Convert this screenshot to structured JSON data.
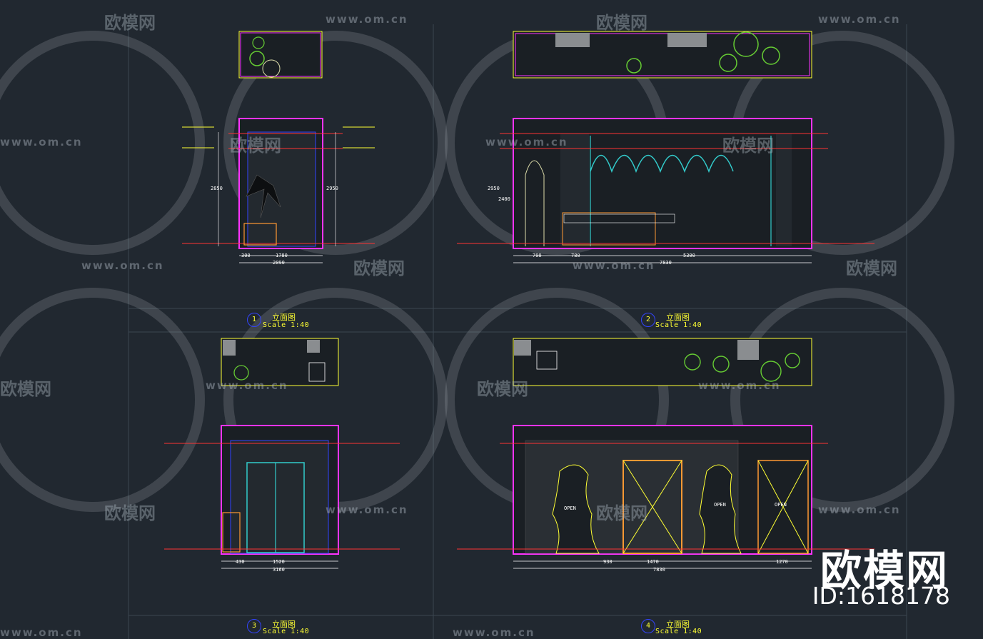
{
  "views": [
    {
      "number": "1",
      "title": "立面图",
      "scale": "Scale 1:40"
    },
    {
      "number": "2",
      "title": "立面图",
      "scale": "Scale 1:40"
    },
    {
      "number": "3",
      "title": "立面图",
      "scale": "Scale 1:40"
    },
    {
      "number": "4",
      "title": "立面图",
      "scale": "Scale 1:40"
    }
  ],
  "watermark": {
    "site": "www.om.cn",
    "brand": "欧模网",
    "brand_large": "欧模网",
    "id": "ID:1618178"
  },
  "dimensions": {
    "v1_width": "2090",
    "v1_a": "300",
    "v1_b": "1780",
    "v2_width": "7830",
    "v2_a": "5300",
    "v2_b": "780",
    "v2_c": "700",
    "v3_width": "3160",
    "v3_a": "1520",
    "v3_b": "430",
    "v4_width": "7830",
    "v4_a": "1470",
    "v4_b": "930",
    "v4_c": "1270",
    "height_2950": "2950",
    "height_2850": "2850",
    "height_2400": "2400"
  },
  "annotations": {
    "open": "OPEN"
  },
  "colors": {
    "background": "#212830",
    "line_yellow": "#ffff33",
    "line_magenta": "#ff33ff",
    "line_cyan": "#33cccc",
    "line_blue": "#3344ff",
    "line_red": "#ff3333",
    "line_orange": "#ff9933",
    "plant_green": "#66cc33"
  }
}
